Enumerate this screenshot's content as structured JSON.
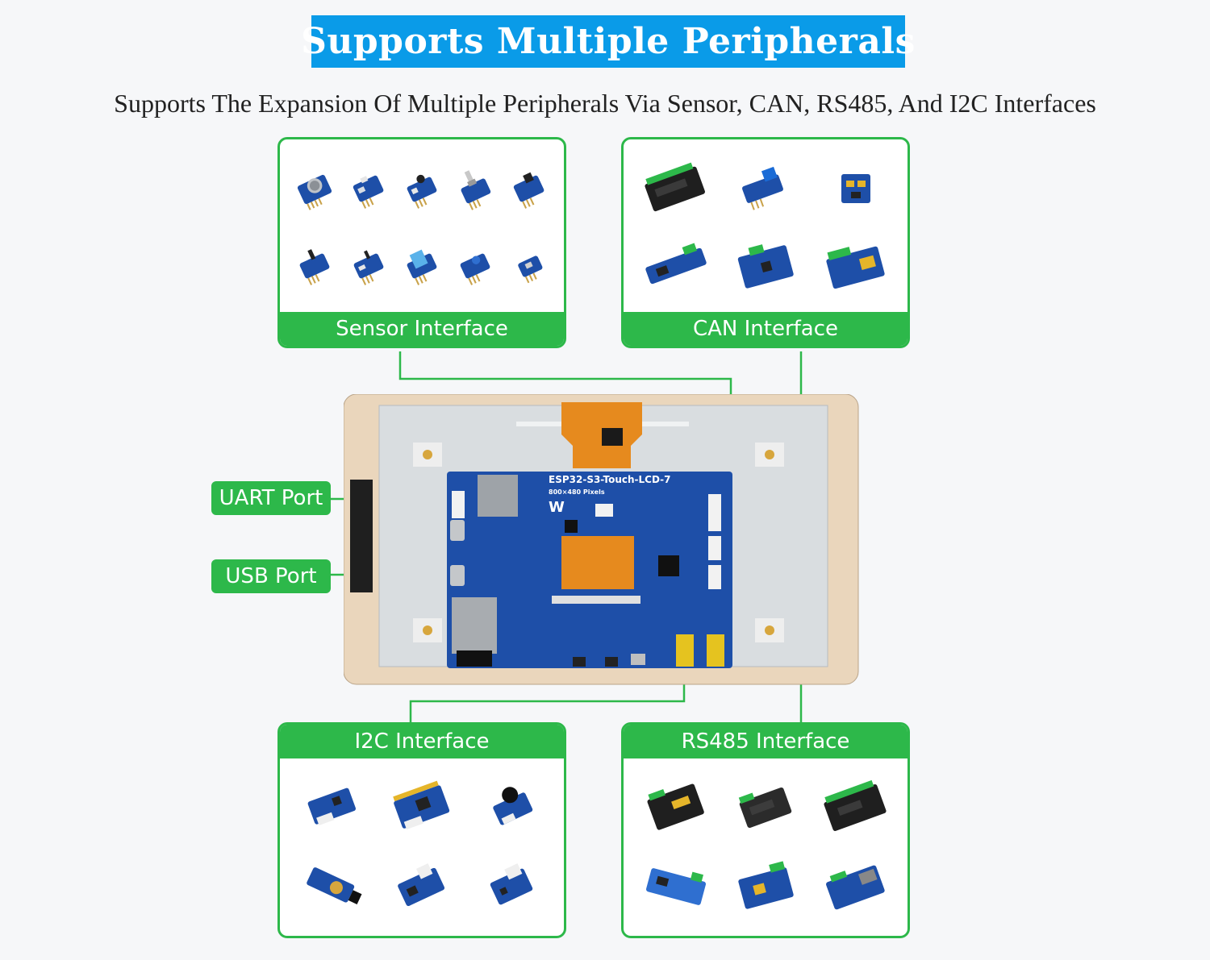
{
  "header": {
    "title": "Supports Multiple Peripherals",
    "subtitle": "Supports The Expansion Of Multiple Peripherals Via Sensor, CAN, RS485, And I2C Interfaces"
  },
  "panels": {
    "sensor": {
      "label": "Sensor Interface",
      "module_count": 10
    },
    "can": {
      "label": "CAN Interface",
      "module_count": 6
    },
    "i2c": {
      "label": "I2C Interface",
      "module_count": 6
    },
    "rs485": {
      "label": "RS485 Interface",
      "module_count": 6
    }
  },
  "ports": {
    "uart": "UART Port",
    "usb": "USB Port"
  },
  "board": {
    "name": "ESP32-S3-Touch-LCD-7",
    "resolution": "800×480 Pixels"
  },
  "colors": {
    "banner": "#0a9be8",
    "accent_green": "#2db84a",
    "pcb_blue": "#1e4fa8",
    "frame": "#ead6bc"
  }
}
